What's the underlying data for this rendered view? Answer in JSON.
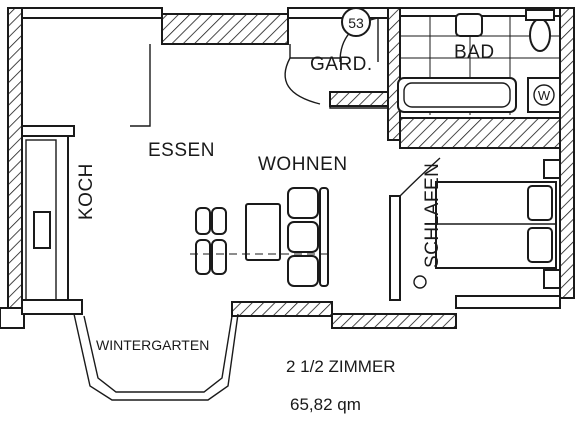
{
  "rooms": {
    "essen": "ESSEN",
    "wohnen": "WOHNEN",
    "gard": "GARD.",
    "bad": "BAD",
    "koch": "KOCH",
    "schlafen": "SCHLAFEN",
    "wintergarten": "WINTERGARTEN"
  },
  "unit_number": "53",
  "unit_type": "2 1/2 ZIMMER",
  "area": "65,82 qm",
  "appliance_label": "W"
}
